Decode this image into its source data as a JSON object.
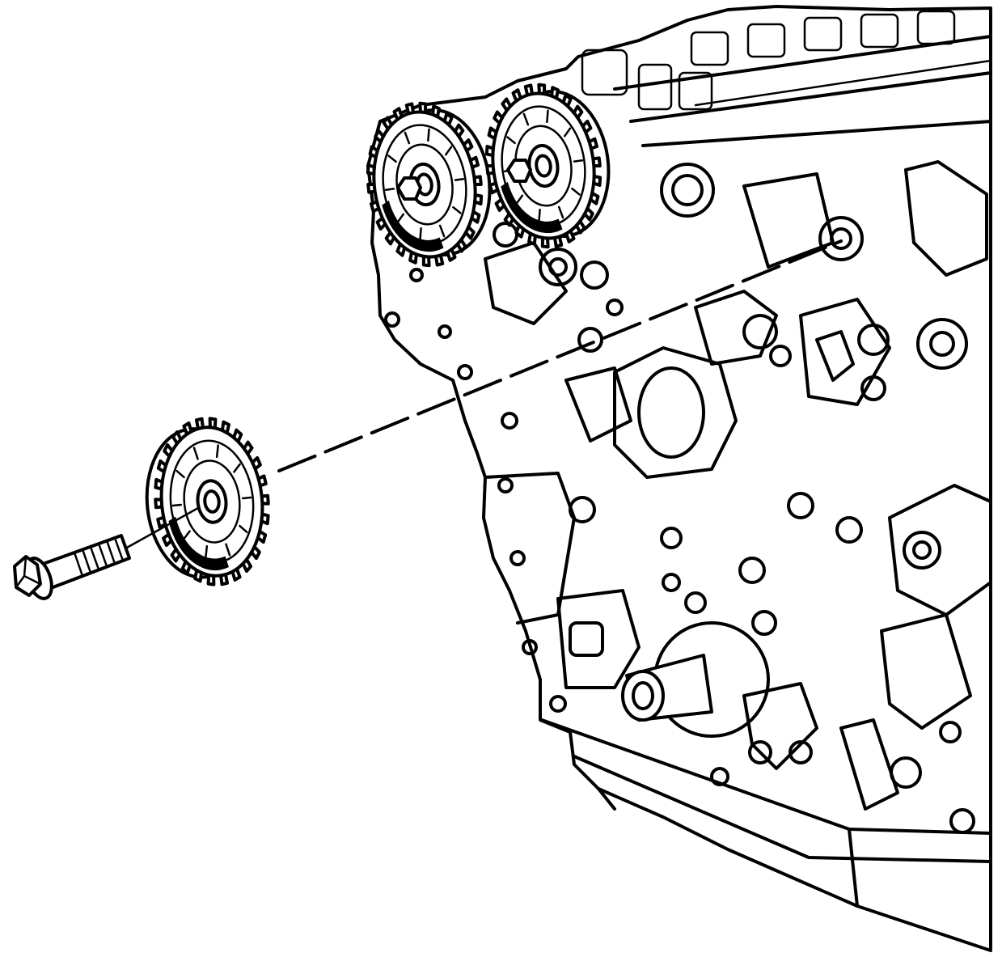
{
  "diagram": {
    "kind": "exploded-assembly-line-art",
    "components": [
      {
        "id": "engine-block",
        "icon": "engine-block-icon"
      },
      {
        "id": "left-camshaft-sprocket",
        "icon": "sprocket-icon"
      },
      {
        "id": "right-camshaft-sprocket",
        "icon": "sprocket-icon"
      },
      {
        "id": "removed-camshaft-sprocket",
        "icon": "sprocket-icon"
      },
      {
        "id": "sprocket-bolt",
        "icon": "bolt-icon"
      },
      {
        "id": "alignment-line",
        "icon": "dashed-axis-icon"
      }
    ],
    "colors": {
      "line": "#000000",
      "background": "#ffffff"
    }
  }
}
